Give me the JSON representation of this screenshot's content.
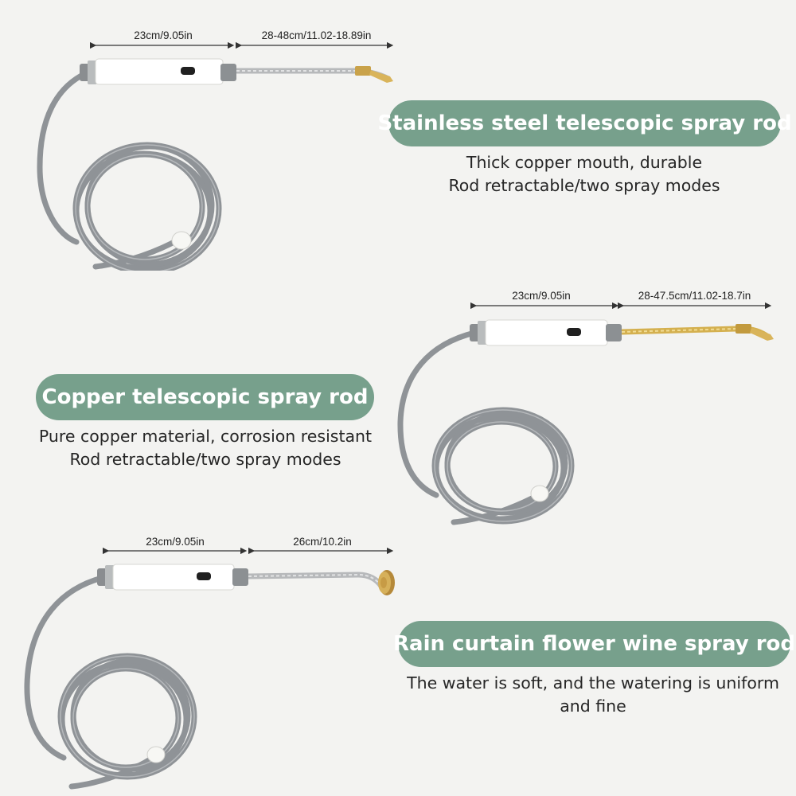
{
  "colors": {
    "accent": "#77a08c",
    "background": "#f3f3f1",
    "hose": "#8e9296",
    "handle": "#ffffff",
    "brass": "#c9a24a",
    "steel": "#b7b9bb"
  },
  "products": [
    {
      "title": "Stainless steel telescopic spray rod",
      "lines": [
        "Thick copper mouth, durable",
        "Rod retractable/two spray modes"
      ],
      "handle_dimension": "23cm/9.05in",
      "rod_dimension": "28-48cm/11.02-18.89in",
      "rod_material": "stainless steel",
      "nozzle": "angled brass nozzle"
    },
    {
      "title": "Copper telescopic spray rod",
      "lines": [
        "Pure copper material, corrosion resistant",
        "Rod retractable/two spray modes"
      ],
      "handle_dimension": "23cm/9.05in",
      "rod_dimension": "28-47.5cm/11.02-18.7in",
      "rod_material": "copper",
      "nozzle": "angled brass nozzle"
    },
    {
      "title": "Rain curtain flower wine spray rod",
      "lines": [
        "The water is soft, and the watering is uniform",
        "and fine"
      ],
      "handle_dimension": "23cm/9.05in",
      "rod_dimension": "26cm/10.2in",
      "rod_material": "stainless steel",
      "nozzle": "rain shower head"
    }
  ]
}
